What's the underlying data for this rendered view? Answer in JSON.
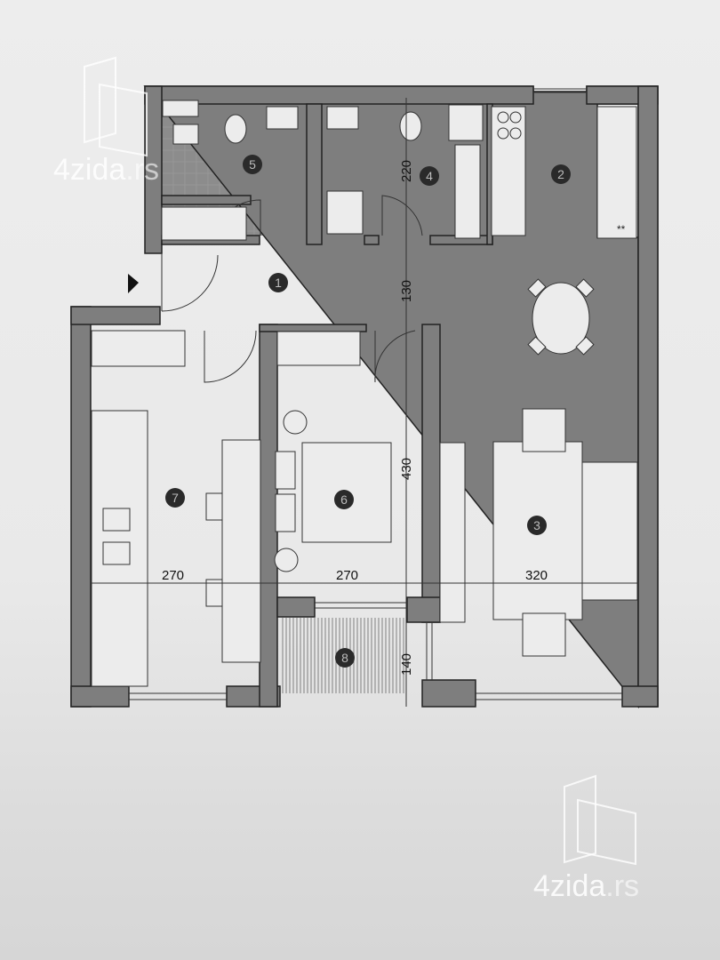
{
  "floor_plan": {
    "rooms": [
      {
        "number": "1"
      },
      {
        "number": "2"
      },
      {
        "number": "3"
      },
      {
        "number": "4"
      },
      {
        "number": "5"
      },
      {
        "number": "6"
      },
      {
        "number": "7"
      },
      {
        "number": "8"
      }
    ],
    "dimensions": {
      "d220": "220",
      "d130": "130",
      "d430": "430",
      "d140": "140",
      "room7_width": "270",
      "room6_width": "270",
      "room3_width": "320"
    },
    "kitchen_marker": "**"
  },
  "watermark": {
    "brand": "4zida",
    "tld": ".rs"
  },
  "colors": {
    "wall": "#7e7e7e",
    "tile": "#8c8c8c",
    "paper": "#ececec"
  }
}
